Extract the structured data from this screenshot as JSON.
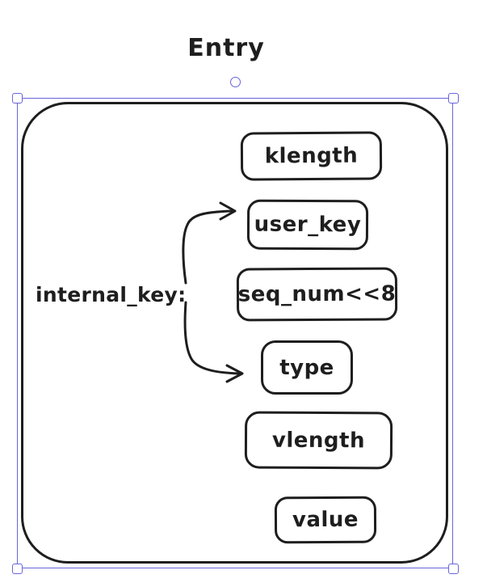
{
  "canvas": {
    "background": "#ffffff",
    "stroke_color": "#1e1e1e",
    "selection_color": "#6965db"
  },
  "title": {
    "label": "Entry"
  },
  "diagram": {
    "container": {
      "label": "Entry"
    },
    "side_label": "internal_key:",
    "boxes": [
      {
        "label": "klength"
      },
      {
        "label": "user_key"
      },
      {
        "label": "seq_num<<8"
      },
      {
        "label": "type"
      },
      {
        "label": "vlength"
      },
      {
        "label": "value"
      }
    ],
    "arrows": [
      {
        "from": "internal_key",
        "to": "user_key"
      },
      {
        "from": "internal_key",
        "to": "type"
      }
    ],
    "selection": {
      "handles": [
        "nw",
        "ne",
        "sw",
        "se"
      ],
      "rotation_handle": true
    }
  }
}
